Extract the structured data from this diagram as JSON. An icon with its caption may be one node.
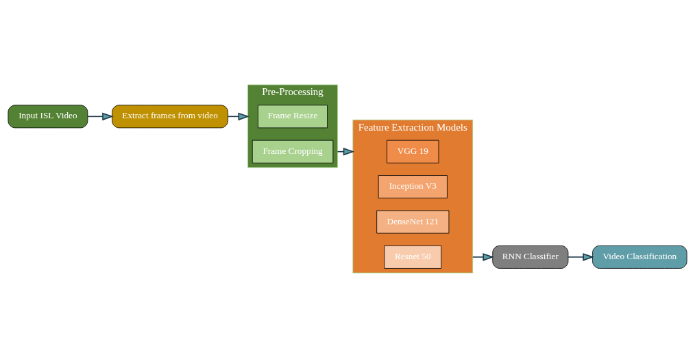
{
  "diagram": {
    "nodes": [
      {
        "text": [
          "Input ISL Video"
        ]
      },
      {
        "text": [
          "Extract frames from video"
        ]
      },
      {
        "text": [
          "Pre-Processing"
        ]
      },
      {
        "text": [
          "Frame Resize"
        ],
        "in": 2
      },
      {
        "text": [
          "Frame Cropping"
        ],
        "in": 2
      },
      {
        "text": [
          "Feature Extraction Models"
        ]
      },
      {
        "text": [
          "VGG 19"
        ],
        "in": 5
      },
      {
        "text": [
          "Inception V3"
        ],
        "in": 5
      },
      {
        "text": [
          "DenseNet 121"
        ],
        "in": 5
      },
      {
        "text": [
          "Resnet 50"
        ],
        "in": 5
      },
      {
        "text": [
          "RNN Classifier"
        ]
      },
      {
        "text": [
          "Video Classification"
        ]
      }
    ],
    "edges": [
      {
        "from": 0,
        "to": 1,
        "arrow": "to"
      },
      {
        "from": 1,
        "to": 2,
        "arrow": "to"
      },
      {
        "from": 2,
        "to": 5,
        "arrow": "to"
      },
      {
        "from": 5,
        "to": 10,
        "arrow": "to"
      },
      {
        "from": 10,
        "to": 11,
        "arrow": "to"
      }
    ]
  }
}
